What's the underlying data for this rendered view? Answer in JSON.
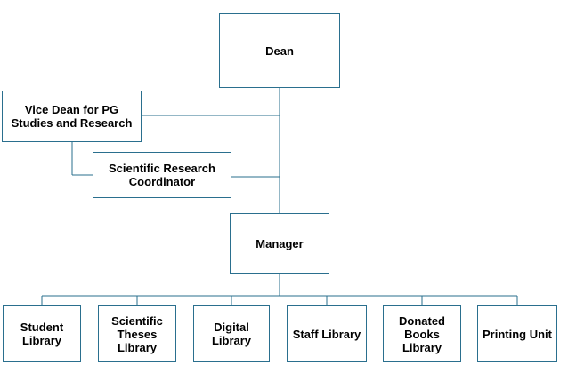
{
  "diagram": {
    "type": "org-chart",
    "line_color": "#2a6f8e",
    "box_border_color": "#2a6f8e",
    "nodes": {
      "dean": "Dean",
      "vice_dean": "Vice Dean for PG\nStudies and Research",
      "coordinator": "Scientific Research\nCoordinator",
      "manager": "Manager",
      "student_library": "Student\nLibrary",
      "theses_library": "Scientific\nTheses\nLibrary",
      "digital_library": "Digital\nLibrary",
      "staff_library": "Staff Library",
      "donated_library": "Donated\nBooks\nLibrary",
      "printing_unit": "Printing Unit"
    },
    "edges": [
      [
        "dean",
        "manager"
      ],
      [
        "dean",
        "vice_dean"
      ],
      [
        "dean",
        "coordinator"
      ],
      [
        "vice_dean",
        "coordinator"
      ],
      [
        "manager",
        "student_library"
      ],
      [
        "manager",
        "theses_library"
      ],
      [
        "manager",
        "digital_library"
      ],
      [
        "manager",
        "staff_library"
      ],
      [
        "manager",
        "donated_library"
      ],
      [
        "manager",
        "printing_unit"
      ]
    ]
  }
}
